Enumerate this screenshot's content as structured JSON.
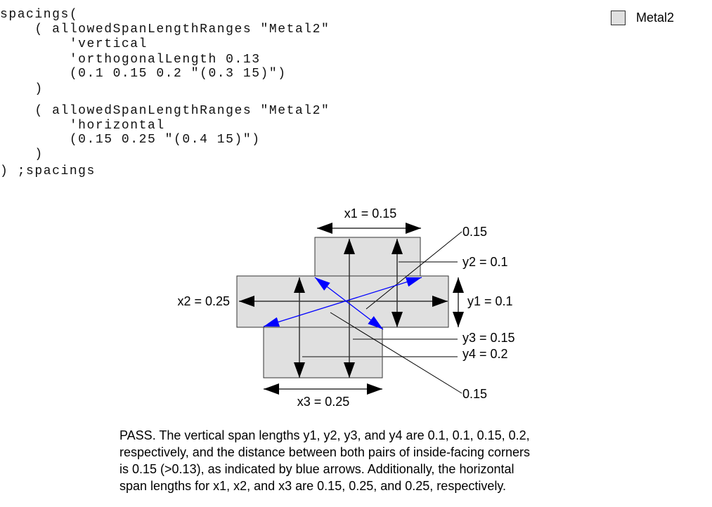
{
  "code_lines": [
    "spacings(",
    "    ( allowedSpanLengthRanges \"Metal2\"",
    "        'vertical",
    "        'orthogonalLength 0.13",
    "        (0.1 0.15 0.2 \"(0.3 15)\")",
    "    )",
    "    ( allowedSpanLengthRanges \"Metal2\"",
    "        'horizontal",
    "        (0.15 0.25 \"(0.4 15)\")",
    "    )",
    ") ;spacings"
  ],
  "legend": {
    "label": "Metal2",
    "color": "#e0e0e0"
  },
  "diagram": {
    "labels": {
      "x1": "x1 = 0.15",
      "x2": "x2 = 0.25",
      "x3": "x3 = 0.25",
      "y1": "y1 = 0.1",
      "y2": "y2 = 0.1",
      "y3": "y3 = 0.15",
      "y4": "y4 = 0.2",
      "corner_top": "0.15",
      "corner_bottom": "0.15"
    },
    "colors": {
      "shape_fill": "#e0e0e0",
      "corner_arrow": "#0000ff"
    }
  },
  "description_lines": [
    "PASS. The vertical span lengths y1, y2, y3, and y4 are 0.1, 0.1, 0.15, 0.2,",
    "respectively, and the distance between both pairs of inside-facing corners",
    "is 0.15 (>0.13), as indicated by blue arrows. Additionally, the horizontal",
    "span lengths for x1, x2, and x3 are 0.15, 0.25, and 0.25, respectively."
  ]
}
